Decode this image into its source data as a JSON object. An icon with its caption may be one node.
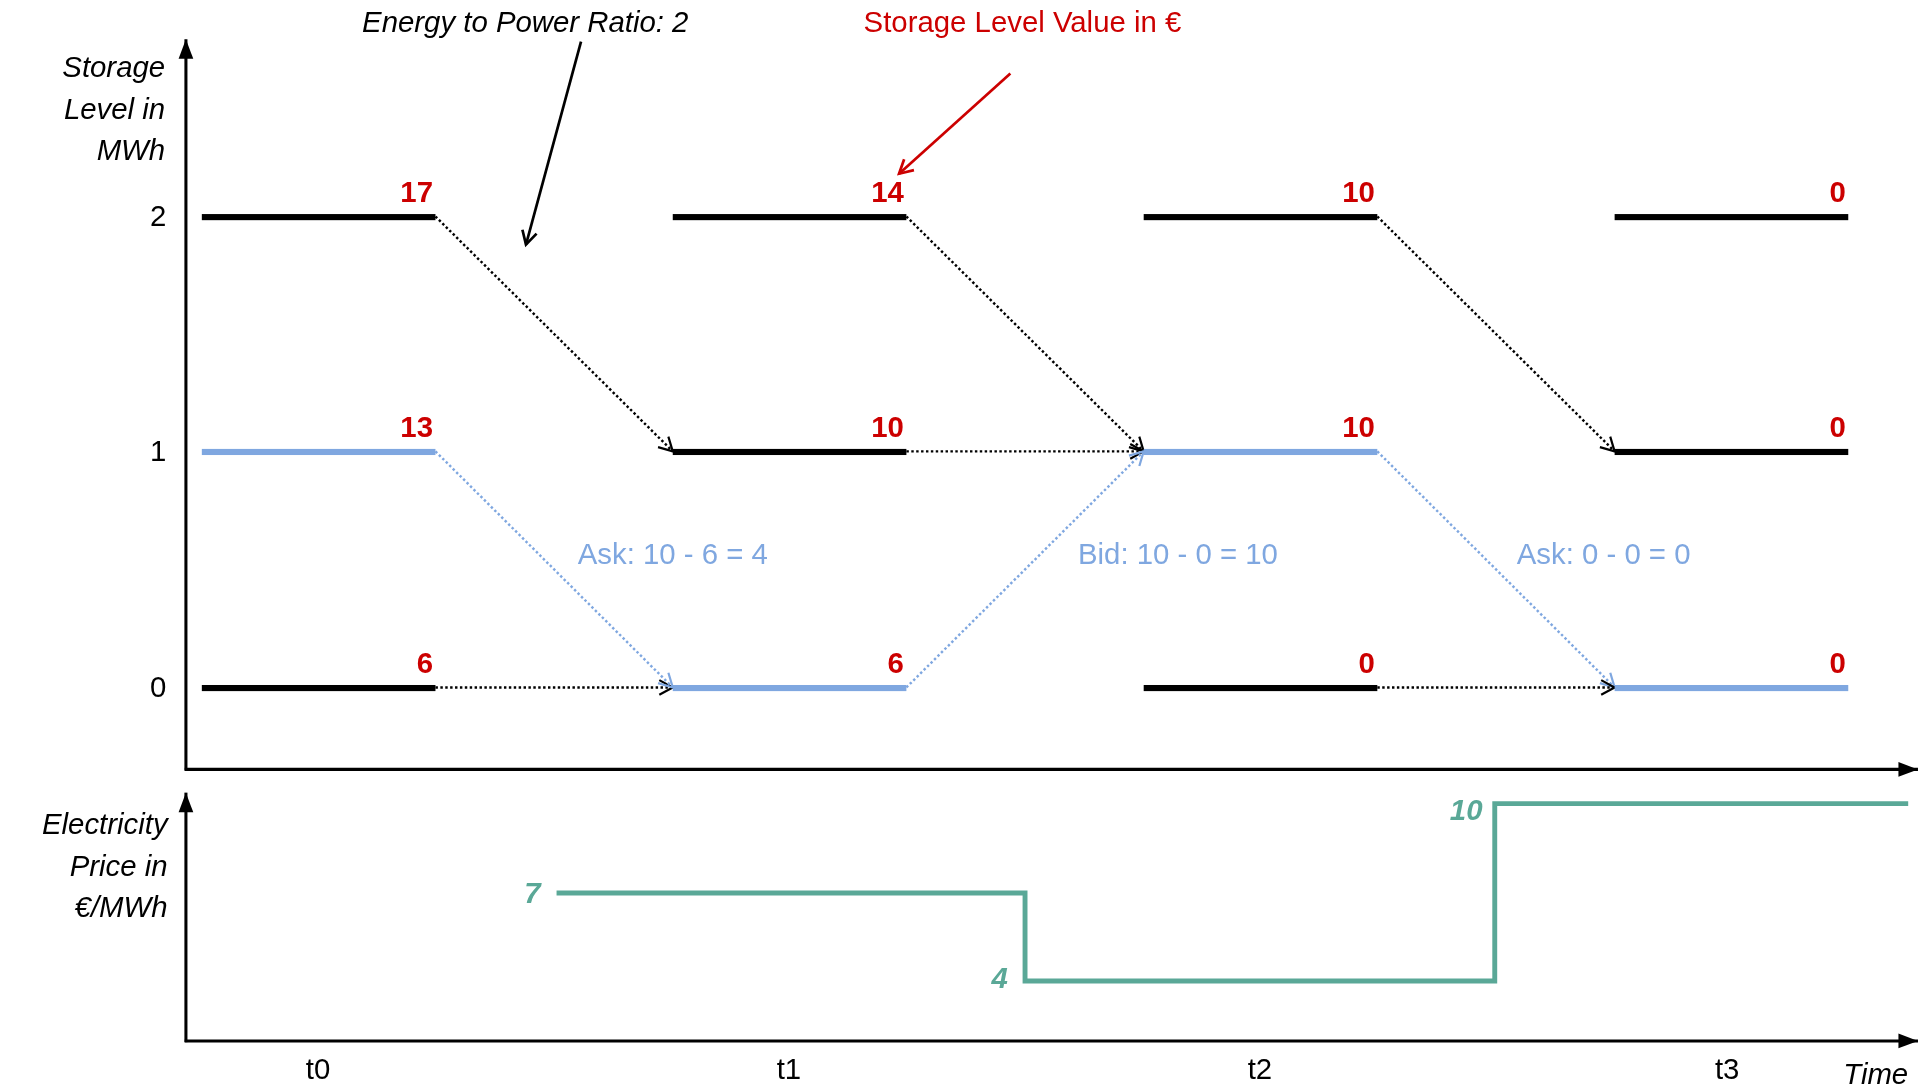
{
  "diagram": {
    "nodes": [
      {
        "text": [
          "Energy to Power Ratio: 2"
        ]
      },
      {
        "text": [
          "Storage Level Value in €"
        ]
      },
      {
        "text": [
          "17"
        ]
      },
      {
        "text": [
          "14"
        ]
      },
      {
        "text": [
          "10"
        ]
      },
      {
        "text": [
          "0"
        ]
      },
      {
        "text": [
          "13"
        ]
      },
      {
        "text": [
          "10"
        ]
      },
      {
        "text": [
          "10"
        ]
      },
      {
        "text": [
          "0"
        ]
      },
      {
        "text": [
          "6"
        ]
      },
      {
        "text": [
          "6"
        ]
      },
      {
        "text": [
          "0"
        ]
      },
      {
        "text": [
          "0"
        ]
      }
    ],
    "edges": [
      {
        "from": 0,
        "to": null,
        "arrow": "to"
      },
      {
        "from": 1,
        "to": 3,
        "arrow": "to",
        "color": "#cc0000"
      },
      {
        "from": 2,
        "to": 7,
        "arrow": "to",
        "style": "dashed"
      },
      {
        "from": 10,
        "to": 11,
        "arrow": "to",
        "style": "dashed"
      },
      {
        "from": 6,
        "to": 11,
        "arrow": "to",
        "style": "dashed",
        "color": "#7fa7e0",
        "label": "Ask: 10 - 6 = 4"
      },
      {
        "from": 3,
        "to": 8,
        "arrow": "to",
        "style": "dashed"
      },
      {
        "from": 7,
        "to": 8,
        "arrow": "to",
        "style": "dashed"
      },
      {
        "from": 11,
        "to": 8,
        "arrow": "to",
        "style": "dashed",
        "color": "#7fa7e0",
        "label": "Bid: 10 - 0 = 10"
      },
      {
        "from": 4,
        "to": 9,
        "arrow": "to",
        "style": "dashed"
      },
      {
        "from": 8,
        "to": 13,
        "arrow": "to",
        "style": "dashed",
        "color": "#7fa7e0",
        "label": "Ask: 0 - 0 = 0"
      },
      {
        "from": 12,
        "to": 13,
        "arrow": "to",
        "style": "dashed"
      }
    ],
    "labels": [
      "Storage Level in MWh",
      "2",
      "1",
      "0",
      "Electricity Price in €/MWh",
      "10",
      "7",
      "4",
      "t0",
      "t1",
      "t2",
      "t3",
      "Time"
    ]
  }
}
